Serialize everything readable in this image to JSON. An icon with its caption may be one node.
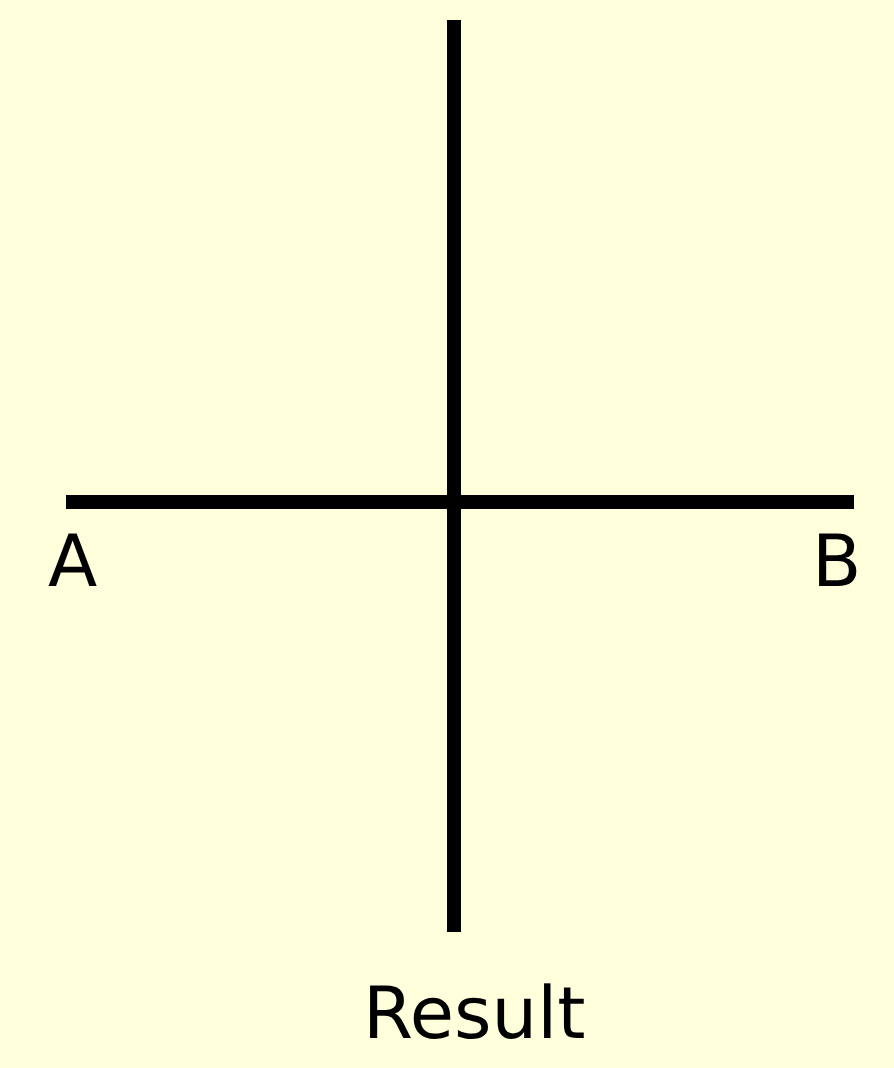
{
  "diagram": {
    "labels": [
      "A",
      "B",
      "Result"
    ]
  }
}
